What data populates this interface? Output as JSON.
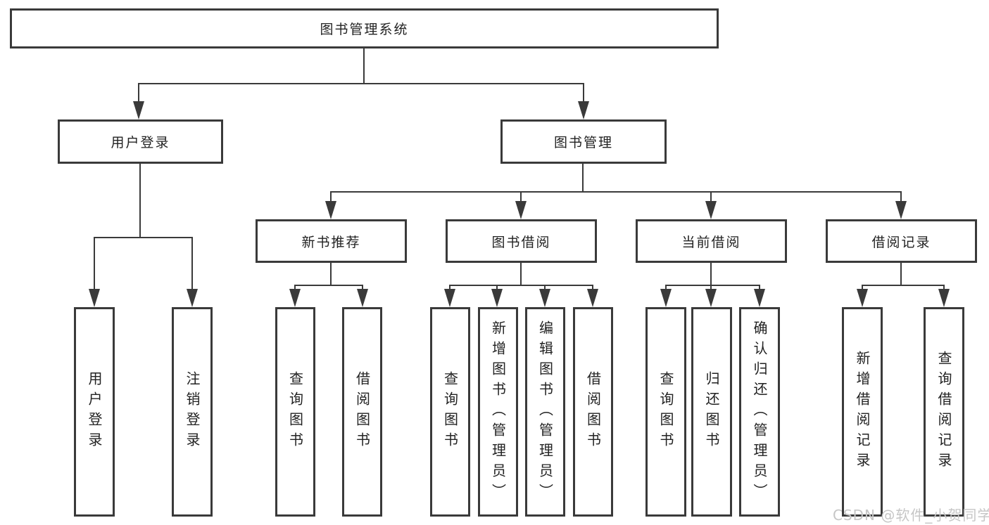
{
  "colors": {
    "line": "#3a3a3a",
    "text": "#222222",
    "background": "#ffffff",
    "watermark": "#c6c6c6"
  },
  "nodes": {
    "root": "图书管理系统",
    "user_login_branch": "用户登录",
    "book_mgmt_branch": "图书管理",
    "new_book_rec": "新书推荐",
    "book_borrow": "图书借阅",
    "current_borrow": "当前借阅",
    "borrow_records": "借阅记录",
    "leaf_user_login": "用户登录",
    "leaf_logout": "注销登录",
    "leaf_nbr_query_books": "查询图书",
    "leaf_nbr_borrow_books": "借阅图书",
    "leaf_bb_query_books": "查询图书",
    "leaf_bb_add_books": "新增图书（管理员）",
    "leaf_bb_edit_books": "编辑图书（管理员）",
    "leaf_bb_borrow_books": "借阅图书",
    "leaf_cb_query_books": "查询图书",
    "leaf_cb_return_books": "归还图书",
    "leaf_cb_confirm_return": "确认归还（管理员）",
    "leaf_br_add_record": "新增借阅记录",
    "leaf_br_query_record": "查询借阅记录"
  },
  "hierarchy": {
    "图书管理系统": [
      "用户登录",
      "图书管理"
    ],
    "用户登录": [
      "用户登录",
      "注销登录"
    ],
    "图书管理": [
      "新书推荐",
      "图书借阅",
      "当前借阅",
      "借阅记录"
    ],
    "新书推荐": [
      "查询图书",
      "借阅图书"
    ],
    "图书借阅": [
      "查询图书",
      "新增图书（管理员）",
      "编辑图书（管理员）",
      "借阅图书"
    ],
    "当前借阅": [
      "查询图书",
      "归还图书",
      "确认归还（管理员）"
    ],
    "借阅记录": [
      "新增借阅记录",
      "查询借阅记录"
    ]
  },
  "watermark": "CSDN @软件_小贺同学"
}
